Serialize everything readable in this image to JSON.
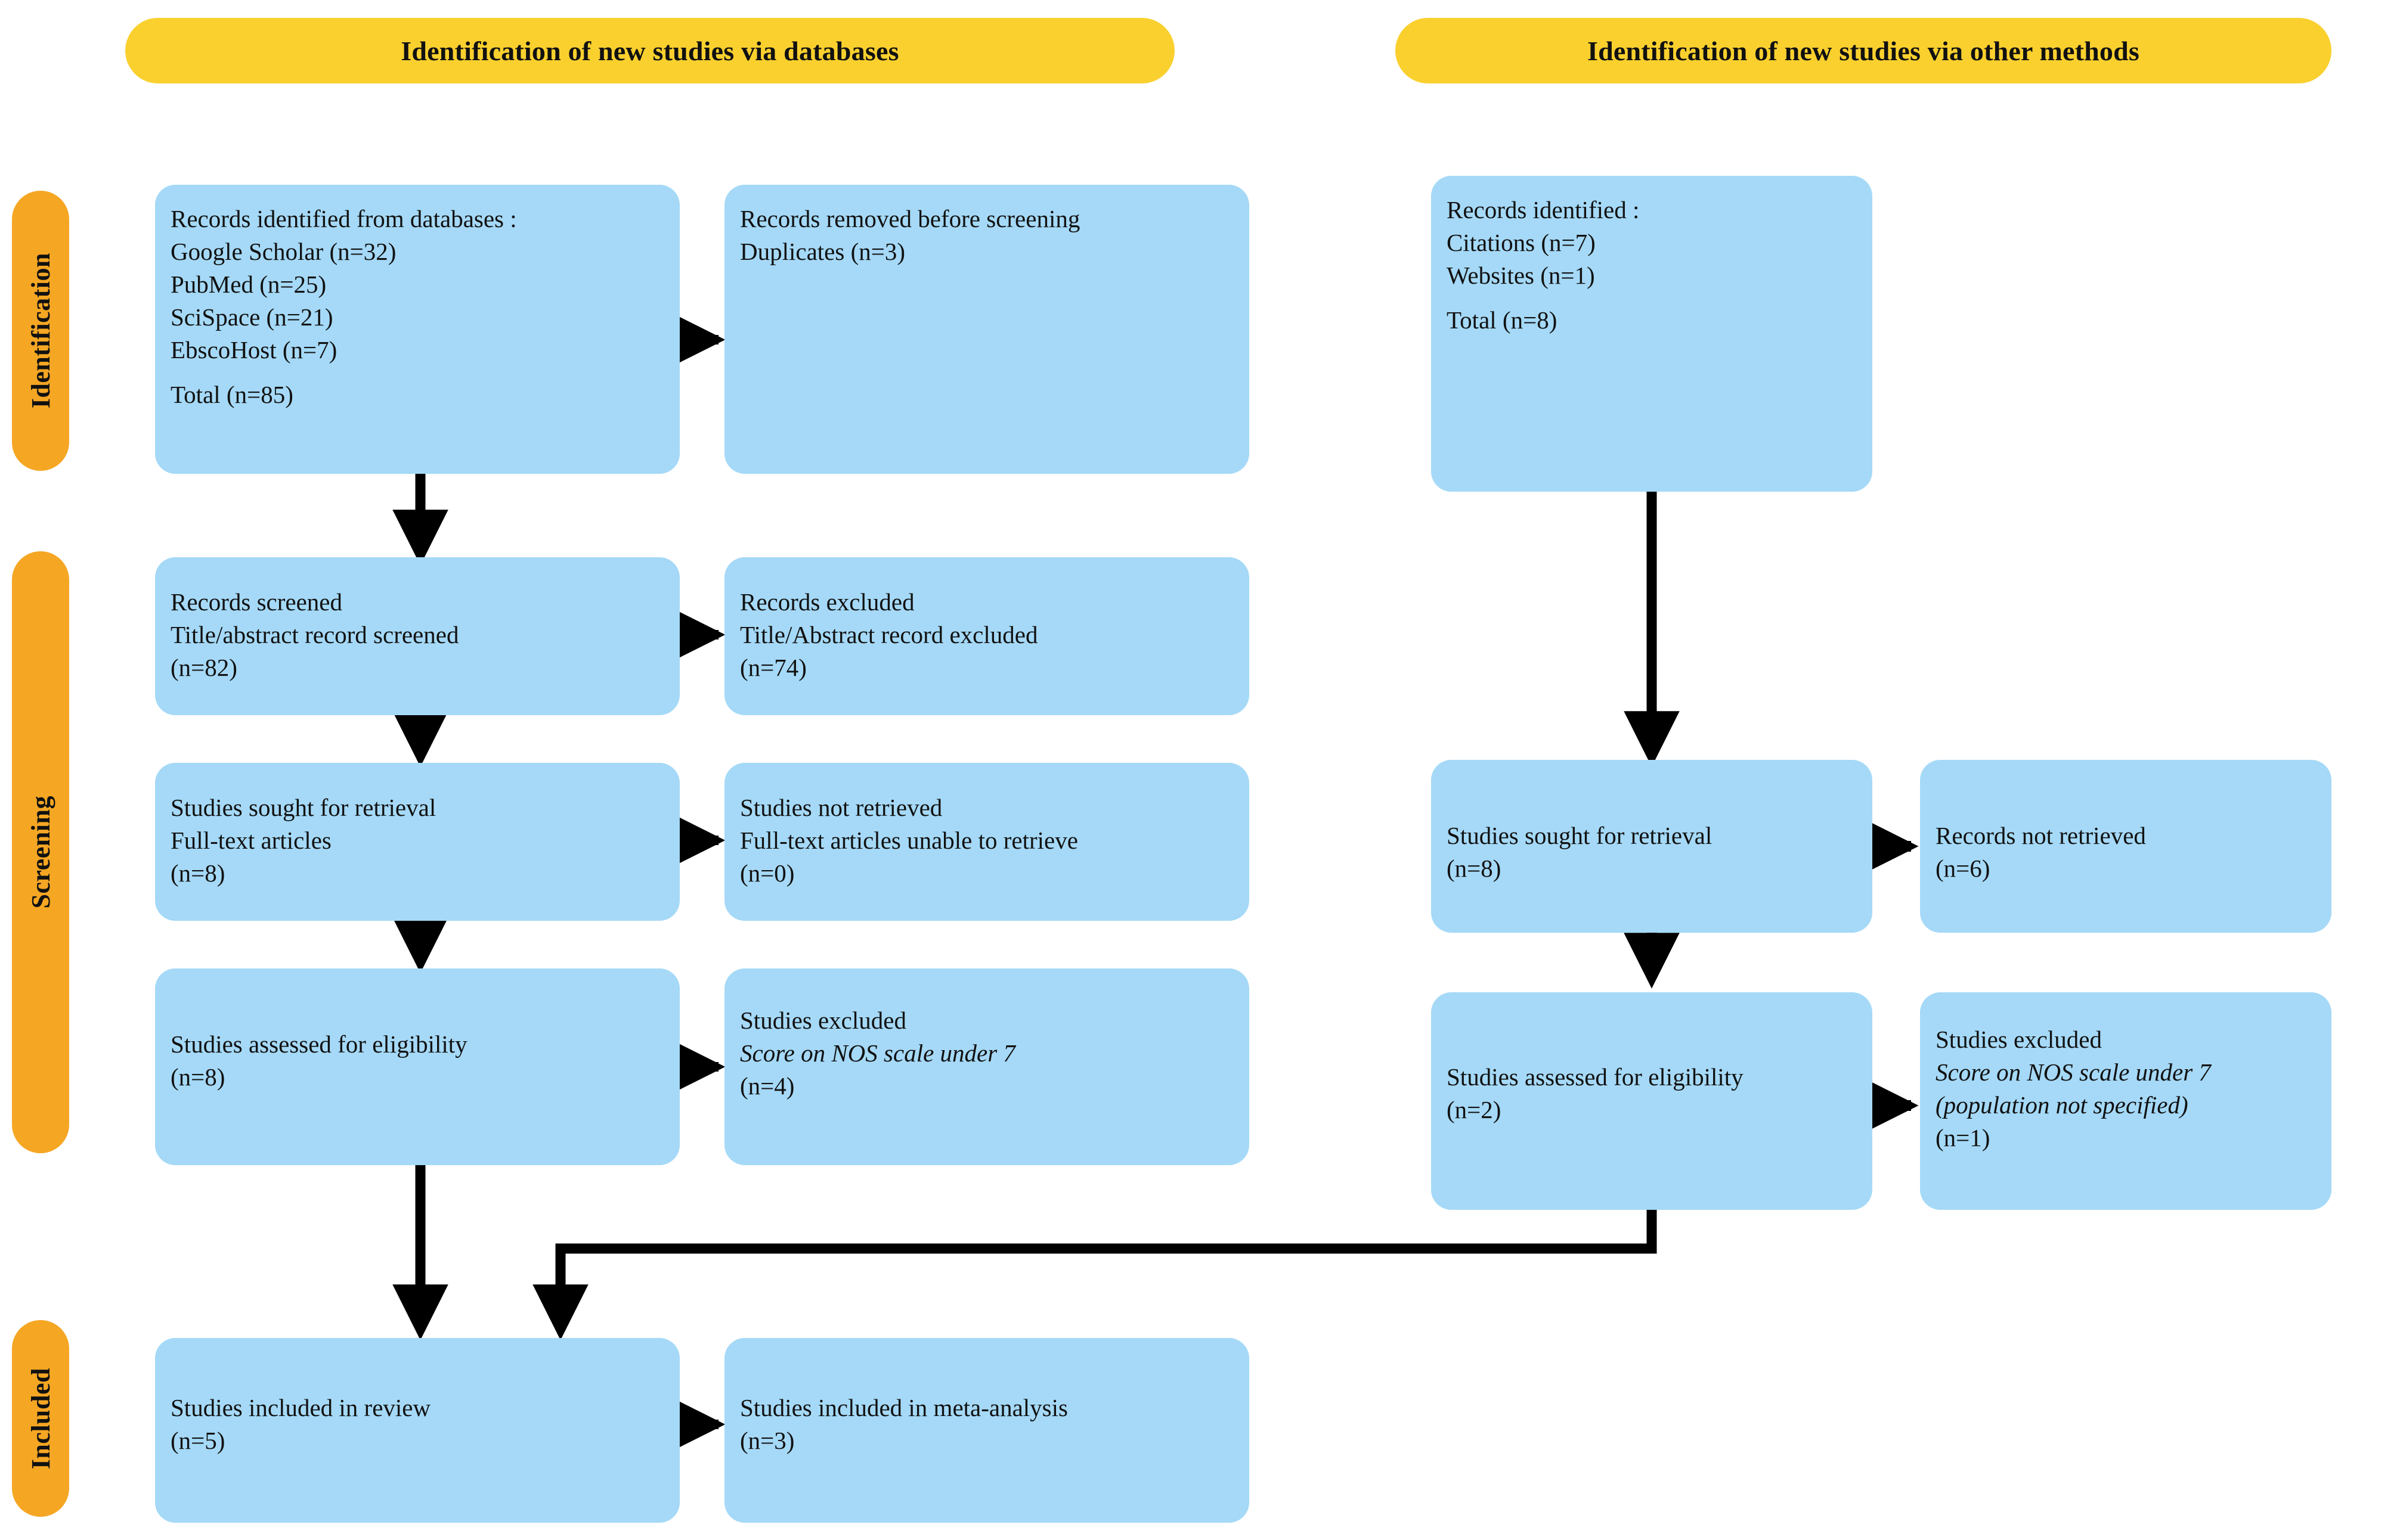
{
  "headers": [
    {
      "id": "databases",
      "label": "Identification of new studies via databases"
    },
    {
      "id": "othermethods",
      "label": "Identification of new studies via other methods"
    }
  ],
  "stages": [
    {
      "id": "identification",
      "label": "Identification"
    },
    {
      "id": "screening",
      "label": "Screening"
    },
    {
      "id": "included",
      "label": "Included"
    }
  ],
  "colors": {
    "header_pill": "#FAD02E",
    "stage_pill": "#F5A623",
    "box_fill": "#A5D9F7",
    "connector": "#000000",
    "text": "#111111"
  },
  "boxes": {
    "db_identified": {
      "lines": [
        "Records identified from databases :",
        "Google Scholar (n=32)",
        " PubMed (n=25)",
        "SciSpace (n=21)",
        "EbscoHost (n=7)",
        "Total (n=85)"
      ]
    },
    "db_removed": {
      "lines": [
        "Records removed before screening",
        "Duplicates (n=3)"
      ]
    },
    "other_identified": {
      "lines": [
        "Records identified :",
        "Citations (n=7)",
        "Websites (n=1)",
        "Total (n=8)"
      ]
    },
    "db_screened": {
      "lines": [
        "Records screened",
        "Title/abstract record screened",
        "(n=82)"
      ]
    },
    "db_excluded_screen": {
      "lines": [
        "Records excluded",
        "Title/Abstract record excluded",
        "(n=74)"
      ]
    },
    "db_sought": {
      "lines": [
        "Studies sought for retrieval",
        "Full-text articles",
        "(n=8)"
      ]
    },
    "db_not_retrieved": {
      "lines": [
        "Studies not retrieved",
        "Full-text articles unable to retrieve",
        "(n=0)"
      ]
    },
    "db_assessed": {
      "lines": [
        "Studies assessed for eligibility",
        "(n=8)"
      ]
    },
    "db_excluded_elig": {
      "lines": [
        "Studies excluded",
        "Score on NOS scale under 7",
        "(n=4)"
      ]
    },
    "other_sought": {
      "lines": [
        "Studies sought for retrieval",
        "(n=8)"
      ]
    },
    "other_not_retrieved": {
      "lines": [
        "Records not retrieved",
        "(n=6)"
      ]
    },
    "other_assessed": {
      "lines": [
        "Studies assessed for eligibility",
        "(n=2)"
      ]
    },
    "other_excluded_elig": {
      "lines": [
        "Studies excluded",
        "Score on NOS scale under 7",
        "(population not specified)",
        "(n=1)"
      ]
    },
    "included_review": {
      "lines": [
        "Studies included in review",
        "(n=5)"
      ]
    },
    "included_meta": {
      "lines": [
        "Studies included in meta-analysis",
        "(n=3)"
      ]
    }
  },
  "chart_data": {
    "type": "diagram",
    "title": "PRISMA 2020 flow diagram for new systematic reviews",
    "columns": [
      "Identification of new studies via databases",
      "Identification of new studies via other methods"
    ],
    "stages": [
      "Identification",
      "Screening",
      "Included"
    ],
    "nodes": [
      {
        "id": "db_identified",
        "column": "databases",
        "stage": "Identification",
        "total": 85,
        "breakdown": {
          "Google Scholar": 32,
          "PubMed": 25,
          "SciSpace": 21,
          "EbscoHost": 7
        }
      },
      {
        "id": "db_removed",
        "column": "databases",
        "stage": "Identification",
        "duplicates": 3
      },
      {
        "id": "other_identified",
        "column": "othermethods",
        "stage": "Identification",
        "total": 8,
        "breakdown": {
          "Citations": 7,
          "Websites": 1
        }
      },
      {
        "id": "db_screened",
        "column": "databases",
        "stage": "Screening",
        "n": 82
      },
      {
        "id": "db_excluded_screen",
        "column": "databases",
        "stage": "Screening",
        "n": 74
      },
      {
        "id": "db_sought",
        "column": "databases",
        "stage": "Screening",
        "n": 8
      },
      {
        "id": "db_not_retrieved",
        "column": "databases",
        "stage": "Screening",
        "n": 0
      },
      {
        "id": "db_assessed",
        "column": "databases",
        "stage": "Screening",
        "n": 8
      },
      {
        "id": "db_excluded_elig",
        "column": "databases",
        "stage": "Screening",
        "n": 4
      },
      {
        "id": "other_sought",
        "column": "othermethods",
        "stage": "Screening",
        "n": 8
      },
      {
        "id": "other_not_retrieved",
        "column": "othermethods",
        "stage": "Screening",
        "n": 6
      },
      {
        "id": "other_assessed",
        "column": "othermethods",
        "stage": "Screening",
        "n": 2
      },
      {
        "id": "other_excluded_elig",
        "column": "othermethods",
        "stage": "Screening",
        "n": 1
      },
      {
        "id": "included_review",
        "column": "databases",
        "stage": "Included",
        "n": 5
      },
      {
        "id": "included_meta",
        "column": "databases",
        "stage": "Included",
        "n": 3
      }
    ],
    "edges": [
      {
        "from": "db_identified",
        "to": "db_removed",
        "dir": "right"
      },
      {
        "from": "db_identified",
        "to": "db_screened",
        "dir": "down"
      },
      {
        "from": "db_screened",
        "to": "db_excluded_screen",
        "dir": "right"
      },
      {
        "from": "db_screened",
        "to": "db_sought",
        "dir": "down"
      },
      {
        "from": "db_sought",
        "to": "db_not_retrieved",
        "dir": "right"
      },
      {
        "from": "db_sought",
        "to": "db_assessed",
        "dir": "down"
      },
      {
        "from": "db_assessed",
        "to": "db_excluded_elig",
        "dir": "right"
      },
      {
        "from": "db_assessed",
        "to": "included_review",
        "dir": "down"
      },
      {
        "from": "other_identified",
        "to": "other_sought",
        "dir": "down"
      },
      {
        "from": "other_sought",
        "to": "other_not_retrieved",
        "dir": "right"
      },
      {
        "from": "other_sought",
        "to": "other_assessed",
        "dir": "down"
      },
      {
        "from": "other_assessed",
        "to": "other_excluded_elig",
        "dir": "right"
      },
      {
        "from": "other_assessed",
        "to": "included_review",
        "dir": "elbow"
      },
      {
        "from": "included_review",
        "to": "included_meta",
        "dir": "right"
      }
    ]
  }
}
